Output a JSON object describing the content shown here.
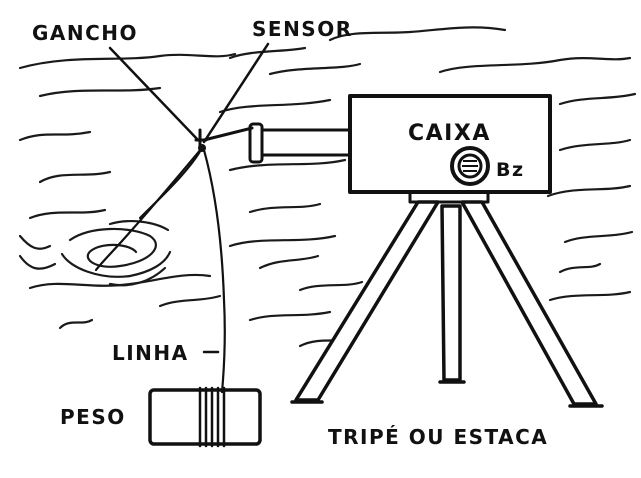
{
  "labels": {
    "gancho": "GANCHO",
    "sensor": "SENSOR",
    "caixa": "CAIXA",
    "bz": "Bz",
    "linha": "LINHA",
    "peso": "PESO",
    "tripe": "TRIPÉ  OU ESTACA"
  },
  "colors": {
    "ink": "#111111",
    "paper": "#ffffff"
  }
}
